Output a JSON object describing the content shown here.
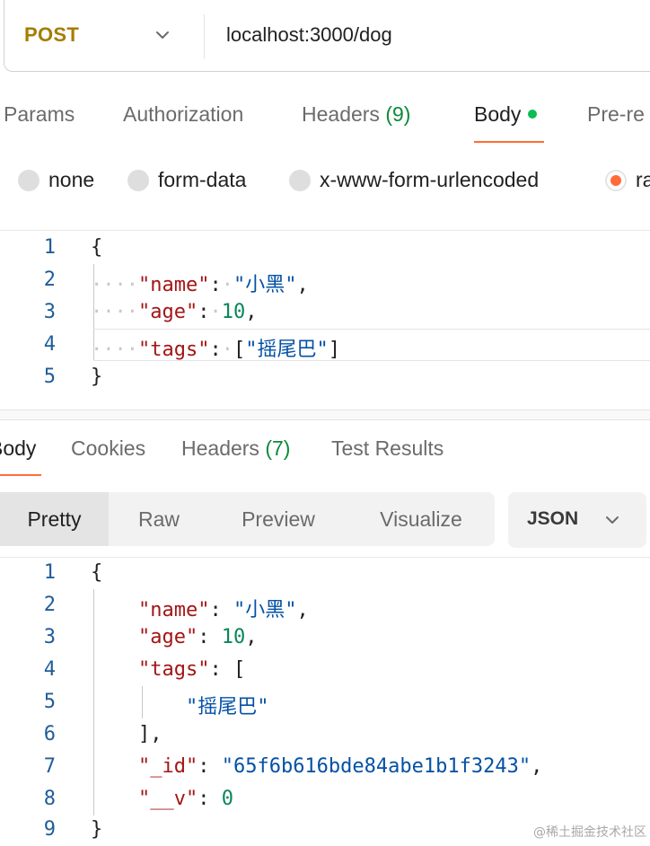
{
  "request": {
    "method": "POST",
    "url": "localhost:3000/dog"
  },
  "request_tabs": [
    {
      "label": "Params"
    },
    {
      "label": "Authorization"
    },
    {
      "label": "Headers ",
      "count": "(9)"
    },
    {
      "label": "Body"
    },
    {
      "label": "Pre-re"
    }
  ],
  "body_modes": [
    {
      "label": "none"
    },
    {
      "label": "form-data"
    },
    {
      "label": "x-www-form-urlencoded"
    },
    {
      "label": "ra"
    }
  ],
  "request_body": {
    "line_numbers": [
      "1",
      "2",
      "3",
      "4",
      "5"
    ],
    "open_brace": "{",
    "close_brace": "}",
    "indent_dots": "····",
    "key_name": "\"name\"",
    "val_name": "\"小黑\"",
    "key_age": "\"age\"",
    "val_age": "10",
    "key_tags": "\"tags\"",
    "val_tag": "\"摇尾巴\""
  },
  "response_tabs": [
    {
      "label": "Body"
    },
    {
      "label": "Cookies"
    },
    {
      "label": "Headers ",
      "count": "(7)"
    },
    {
      "label": "Test Results"
    }
  ],
  "view_modes": [
    "Pretty",
    "Raw",
    "Preview",
    "Visualize"
  ],
  "format": "JSON",
  "response_body": {
    "line_numbers": [
      "1",
      "2",
      "3",
      "4",
      "5",
      "6",
      "7",
      "8",
      "9"
    ],
    "key_name": "\"name\"",
    "val_name": "\"小黑\"",
    "key_age": "\"age\"",
    "val_age": "10",
    "key_tags": "\"tags\"",
    "val_tag": "\"摇尾巴\"",
    "key_id": "\"_id\"",
    "val_id": "\"65f6b616bde84abe1b1f3243\"",
    "key_v": "\"__v\"",
    "val_v": "0"
  },
  "watermark": "@稀土掘金技术社区",
  "colors": {
    "accent": "#ff6c37",
    "method": "#a67c00",
    "active_dot": "#0cbb52",
    "count": "#0c8a3a",
    "json_key": "#a31515",
    "json_string": "#0451a5",
    "json_number": "#098658"
  },
  "icons": [
    "chevron-down-icon"
  ]
}
